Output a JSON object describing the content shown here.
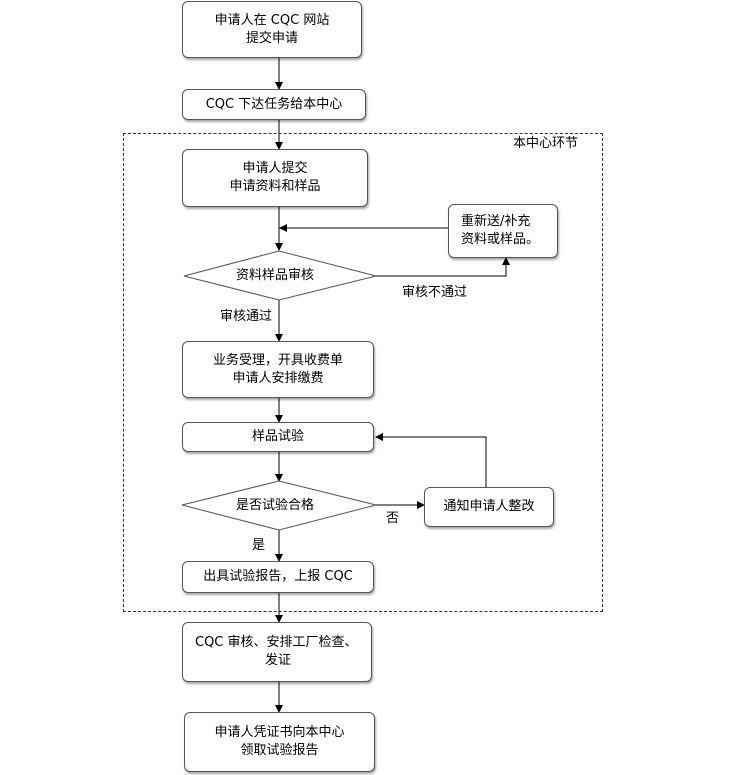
{
  "steps": {
    "submit_online": [
      "申请人在 CQC 网站",
      "提交申请"
    ],
    "assign_task": [
      "CQC 下达任务给本中心"
    ],
    "submit_materials": [
      "申请人提交",
      "申请资料和样品"
    ],
    "resubmit": [
      "重新送/补充",
      "资料或样品。"
    ],
    "accept_business": [
      "业务受理，开具收费单",
      "申请人安排缴费"
    ],
    "sample_test": [
      "样品试验"
    ],
    "notify_fix": [
      "通知申请人整改"
    ],
    "issue_report": [
      "出具试验报告，上报 CQC"
    ],
    "cqc_review": [
      "CQC 审核、安排工厂检查、",
      "发证"
    ],
    "collect_report": [
      "申请人凭证书向本中心",
      "领取试验报告"
    ]
  },
  "decisions": {
    "review_materials": "资料样品审核",
    "test_pass": "是否试验合格"
  },
  "labels": {
    "region": "本中心环节",
    "review_fail": "审核不通过",
    "review_pass": "审核通过",
    "test_no": "否",
    "test_yes": "是"
  }
}
